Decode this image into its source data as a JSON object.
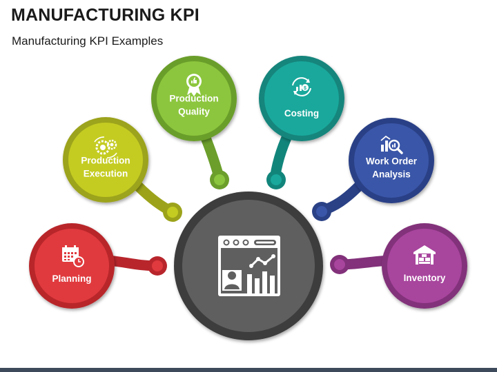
{
  "header": {
    "title": "MANUFACTURING KPI",
    "subtitle": "Manufacturing KPI Examples"
  },
  "center": {
    "icon": "dashboard-analytics-icon",
    "color": "#5f5f5f"
  },
  "nodes": [
    {
      "id": "planning",
      "lines": [
        "Planning"
      ],
      "icon": "calendar-clock-icon",
      "color": "#e03a3e",
      "dark": "#b8262c"
    },
    {
      "id": "production-execution",
      "lines": [
        "Production",
        "Execution"
      ],
      "icon": "gears-icon",
      "color": "#c4cc22",
      "dark": "#9ca31a"
    },
    {
      "id": "production-quality",
      "lines": [
        "Production",
        "Quality"
      ],
      "icon": "quality-badge-icon",
      "color": "#8cc63e",
      "dark": "#6b9e2b"
    },
    {
      "id": "costing",
      "lines": [
        "Costing"
      ],
      "icon": "cost-cycle-icon",
      "color": "#1aa89c",
      "dark": "#12857b"
    },
    {
      "id": "work-order-analysis",
      "lines": [
        "Work Order",
        "Analysis"
      ],
      "icon": "chart-magnifier-icon",
      "color": "#3a56a8",
      "dark": "#2a4186"
    },
    {
      "id": "inventory",
      "lines": [
        "Inventory"
      ],
      "icon": "warehouse-icon",
      "color": "#a8459d",
      "dark": "#82317a"
    }
  ]
}
